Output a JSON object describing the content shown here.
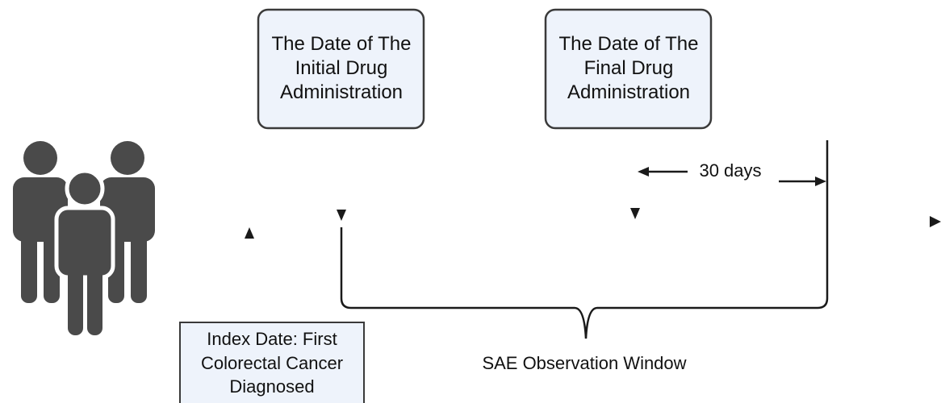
{
  "boxes": {
    "initial_drug": {
      "lines": [
        "The Date of The",
        "Initial Drug",
        "Administration"
      ]
    },
    "final_drug": {
      "lines": [
        "The Date of The",
        "Final Drug",
        "Administration"
      ]
    },
    "index_date": {
      "lines": [
        "Index Date: First",
        "Colorectal Cancer",
        "Diagnosed"
      ]
    }
  },
  "interval_label": "30 days",
  "window_label": "SAE Observation Window",
  "icons": {
    "population": "people-group-icon"
  },
  "colors": {
    "box_fill": "#eef3fb",
    "box_stroke": "#3a3a3a",
    "line": "#1a1a1a",
    "people": "#4a4a4a"
  }
}
